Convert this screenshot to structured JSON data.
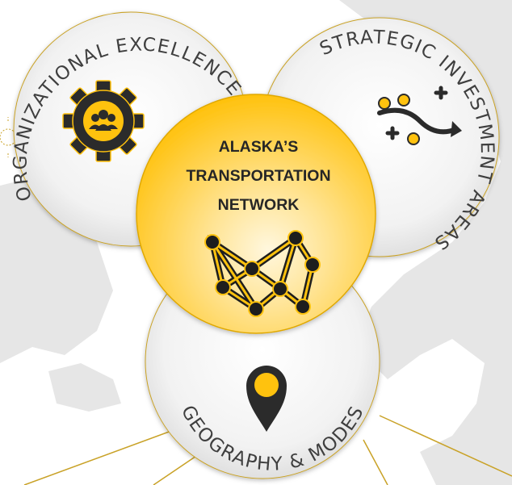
{
  "diagram": {
    "center": {
      "title_lines": [
        "ALASKA’S",
        "TRANSPORTATION",
        "NETWORK"
      ],
      "icon": "network-graph-icon"
    },
    "circles": [
      {
        "label": "ORGANIZATIONAL EXCELLENCE",
        "icon": "gear-team-icon"
      },
      {
        "label": "STRATEGIC INVESTMENT AREAS",
        "icon": "strategy-play-icon"
      },
      {
        "label": "GEOGRAPHY & MODES",
        "icon": "map-pin-icon"
      }
    ],
    "colors": {
      "accent": "#FFC20E",
      "accent_dark": "#E0A800",
      "circle_fill": "#EDEDED",
      "map_gray": "#E6E6E6",
      "icon_dark": "#2B2B2B",
      "gold_line": "#C9A227"
    }
  }
}
